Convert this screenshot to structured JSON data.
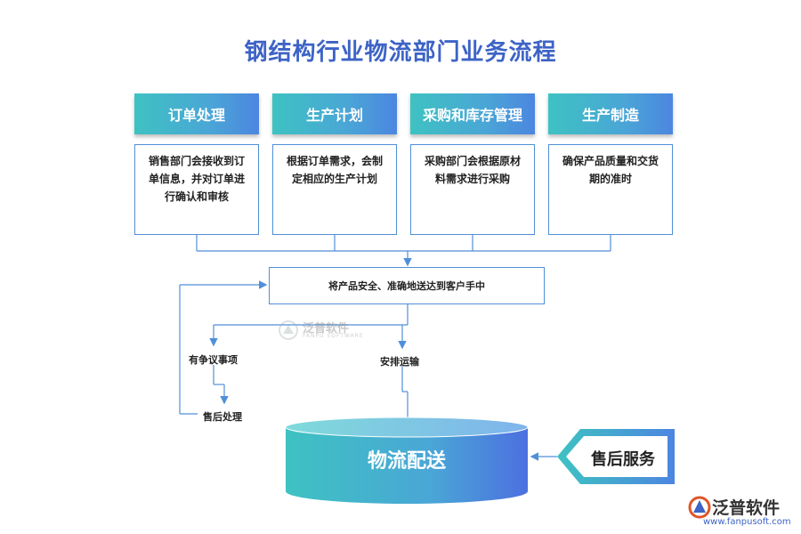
{
  "title": "钢结构行业物流部门业务流程",
  "stages": [
    {
      "header": "订单处理",
      "text": "销售部门会接收到订单信息，并对订单进行确认和审核"
    },
    {
      "header": "生产计划",
      "text": "根据订单需求，会制定相应的生产计划"
    },
    {
      "header": "采购和库存管理",
      "text": "采购部门会根据原材料需求进行采购"
    },
    {
      "header": "生产制造",
      "text": "确保产品质量和交货期的准时"
    }
  ],
  "center": "将产品安全、准确地送达到客户手中",
  "branches": {
    "dispute": "有争议事项",
    "aftersale": "售后处理",
    "transport": "安排运输"
  },
  "cylinder": "物流配送",
  "service": "售后服务",
  "watermark": {
    "main": "泛普软件",
    "sub": "FANPU SOFTWARE"
  },
  "logo": {
    "name": "泛普软件",
    "url": "www.fanpusoft.com"
  },
  "colors": {
    "title": "#3d63c6",
    "header_from": "#3ec2c2",
    "header_to": "#4c86e0",
    "line": "#4f8fd8"
  }
}
